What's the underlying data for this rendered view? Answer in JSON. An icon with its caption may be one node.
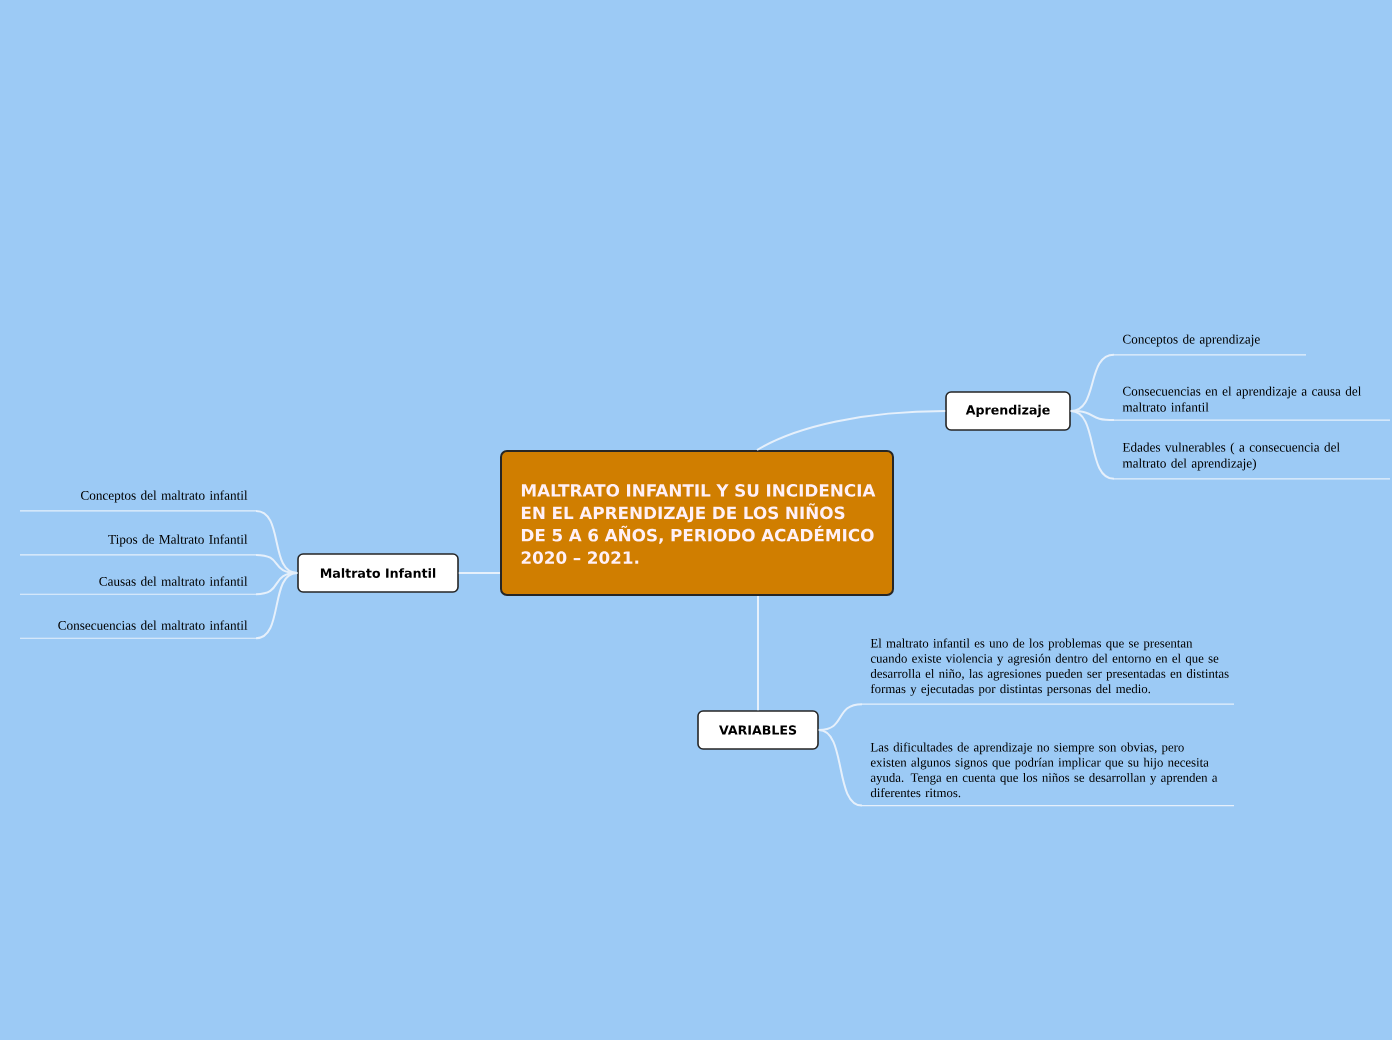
{
  "diagram": {
    "nodes": [
      {
        "text": [
          "MALTRATO INFANTIL Y SU INCIDENCIA EN EL APRENDIZAJE DE LOS NIÑOS DE 5 A 6 AÑOS, PERIODO ACADÉMICO 2020 – 2021."
        ]
      },
      {
        "text": [
          "Aprendizaje"
        ]
      },
      {
        "text": [
          "Conceptos de aprendizaje"
        ]
      },
      {
        "text": [
          "Consecuencias en el aprendizaje a causa del maltrato infantil"
        ]
      },
      {
        "text": [
          "Edades  vulnerables ( a consecuencia del maltrato del aprendizaje)"
        ]
      },
      {
        "text": [
          "Maltrato Infantil"
        ]
      },
      {
        "text": [
          "Conceptos del maltrato infantil"
        ]
      },
      {
        "text": [
          "Tipos de Maltrato Infantil"
        ]
      },
      {
        "text": [
          "Causas del maltrato infantil"
        ]
      },
      {
        "text": [
          "Consecuencias del maltrato infantil"
        ]
      },
      {
        "text": [
          "VARIABLES"
        ]
      },
      {
        "text": [
          "El maltrato infantil es uno de  los problemas que se presentan cuando existe violencia y agresión dentro del entorno en el que se desarrolla el niño, las agresiones pueden ser presentadas en distintas formas y ejecutadas por distintas personas del medio."
        ]
      },
      {
        "text": [
          "Las dificultades de aprendizaje no siempre son obvias, pero existen algunos signos que podrían implicar que su hijo necesita ayuda. Tenga en cuenta que los niños se desarrollan y aprenden a diferentes ritmos."
        ]
      }
    ],
    "edges": [
      {
        "from": 0,
        "to": 1,
        "arrow": "none"
      },
      {
        "from": 1,
        "to": 2,
        "arrow": "none"
      },
      {
        "from": 1,
        "to": 3,
        "arrow": "none"
      },
      {
        "from": 1,
        "to": 4,
        "arrow": "none"
      },
      {
        "from": 0,
        "to": 5,
        "arrow": "none"
      },
      {
        "from": 5,
        "to": 6,
        "arrow": "none"
      },
      {
        "from": 5,
        "to": 7,
        "arrow": "none"
      },
      {
        "from": 5,
        "to": 8,
        "arrow": "none"
      },
      {
        "from": 5,
        "to": 9,
        "arrow": "none"
      },
      {
        "from": 0,
        "to": 10,
        "arrow": "none"
      },
      {
        "from": 10,
        "to": 11,
        "arrow": "none"
      },
      {
        "from": 10,
        "to": 12,
        "arrow": "none"
      }
    ]
  }
}
